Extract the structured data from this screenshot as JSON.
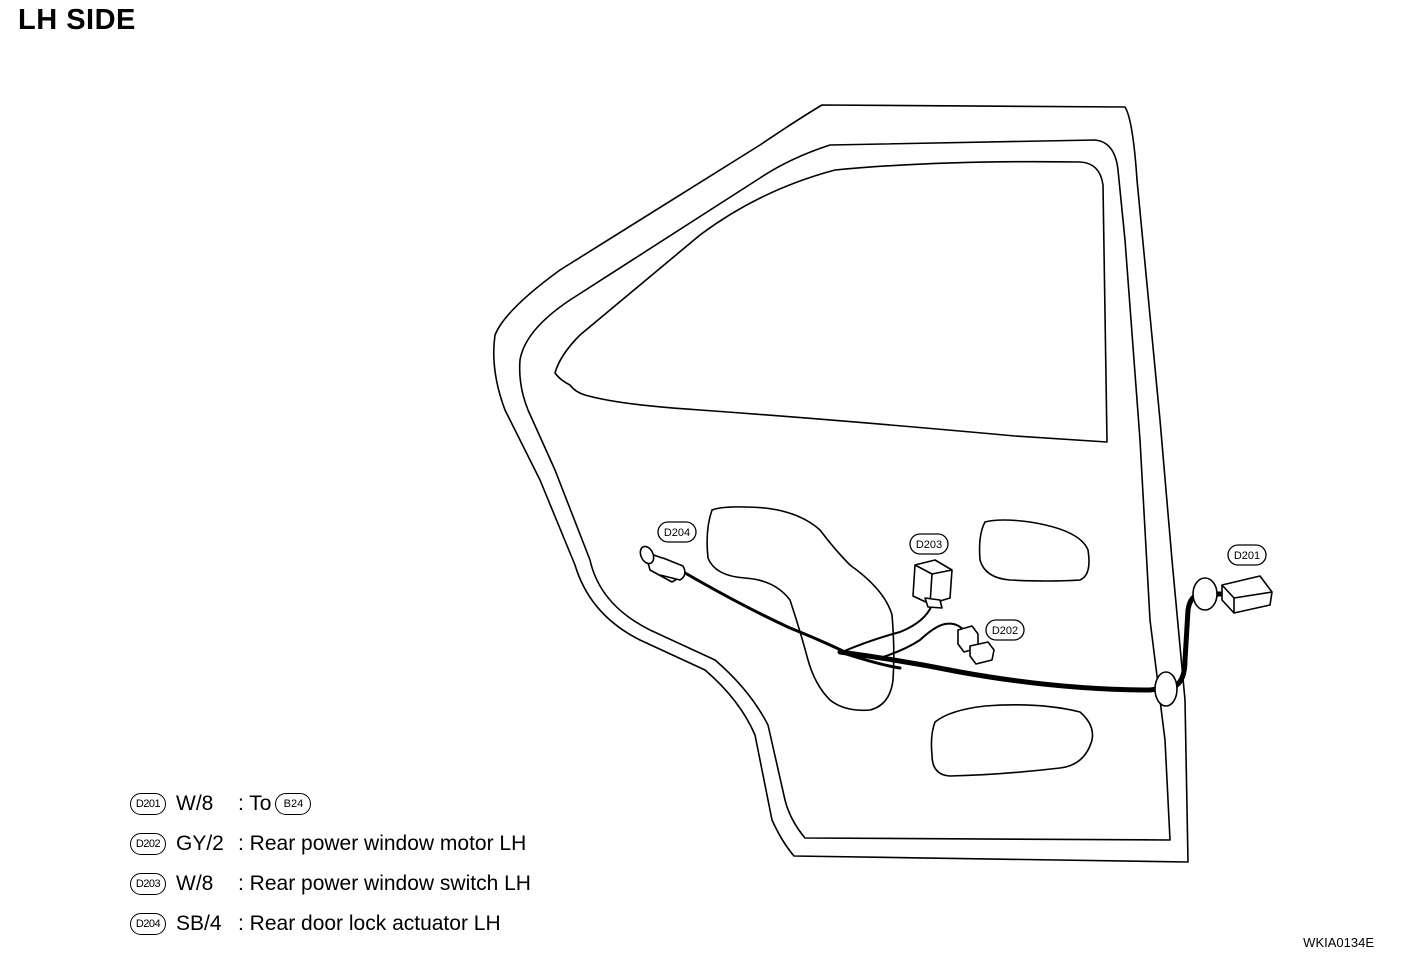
{
  "title": "LH SIDE",
  "diagram_code": "WKIA0134E",
  "connectors": [
    {
      "id": "D201",
      "wire": "W/8",
      "desc": ": To",
      "ref": "B24"
    },
    {
      "id": "D202",
      "wire": "GY/2",
      "desc": ": Rear power window motor LH",
      "ref": ""
    },
    {
      "id": "D203",
      "wire": "W/8",
      "desc": ": Rear power window switch LH",
      "ref": ""
    },
    {
      "id": "D204",
      "wire": "SB/4",
      "desc": ": Rear door lock actuator LH",
      "ref": ""
    }
  ]
}
